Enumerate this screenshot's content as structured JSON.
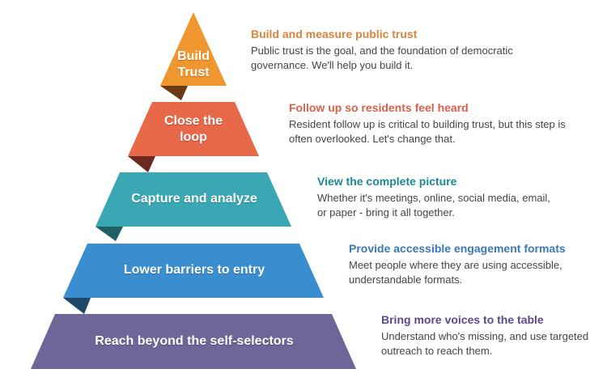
{
  "tiers": [
    {
      "label": "Build Trust",
      "title": "Build and measure public trust",
      "text": "Public trust is the goal, and the foundation of democratic governance. We'll help you build it.",
      "color": "#f0962e",
      "title_color": "#d9843a"
    },
    {
      "label": "Close the loop",
      "title": "Follow up so residents feel heard",
      "text": "Resident follow up is critical to building trust, but this step is often overlooked. Let's change that.",
      "color": "#e8684a",
      "title_color": "#d9604a"
    },
    {
      "label": "Capture and analyze",
      "title": "View the complete picture",
      "text": "Whether it's meetings, online, social media, email, or paper - bring it all together.",
      "color": "#3aa8b4",
      "title_color": "#1a8a94"
    },
    {
      "label": "Lower barriers to entry",
      "title": "Provide accessible engagement formats",
      "text": "Meet people where they are using accessible, understandable formats.",
      "color": "#3a8ed0",
      "title_color": "#3a78b8"
    },
    {
      "label": "Reach beyond the self-selectors",
      "title": "Bring more voices to the table",
      "text": "Understand who's missing, and use targeted outreach to reach them.",
      "color": "#6e6598",
      "title_color": "#5a4a8a"
    }
  ]
}
